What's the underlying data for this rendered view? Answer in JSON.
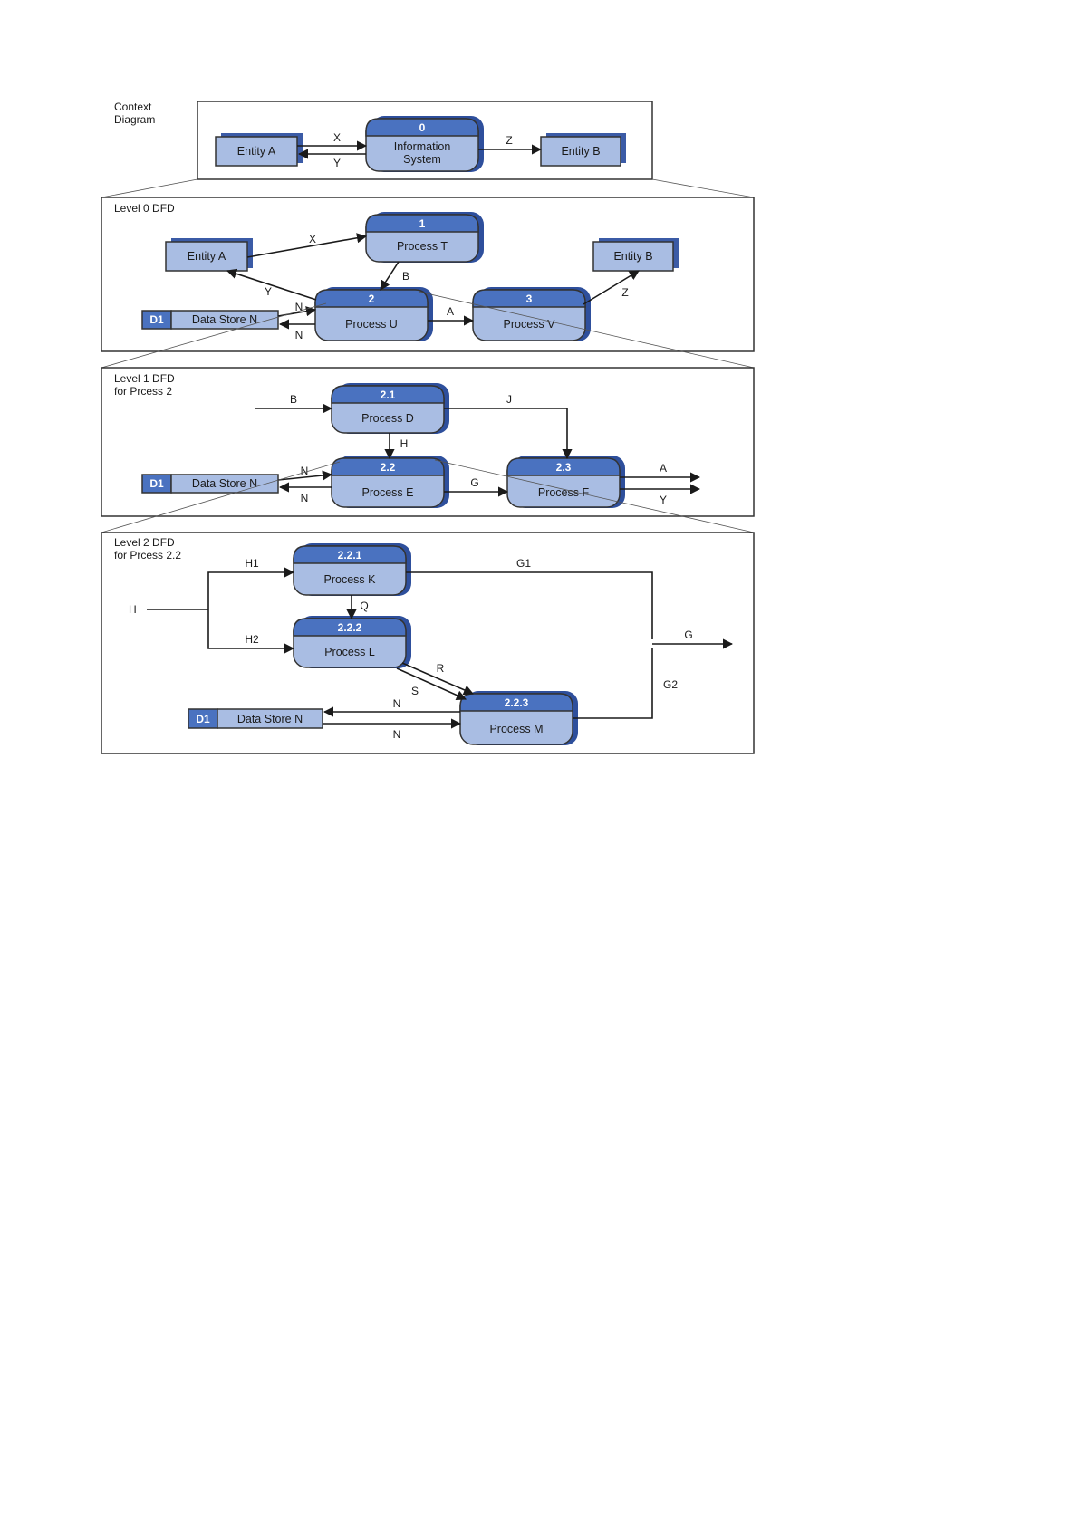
{
  "panels": {
    "context": {
      "title_line1": "Context",
      "title_line2": "Diagram",
      "entity_a": "Entity A",
      "entity_b": "Entity B",
      "proc0": {
        "id": "0",
        "line1": "Information",
        "line2": "System"
      },
      "flows": {
        "x": "X",
        "y": "Y",
        "z": "Z"
      }
    },
    "level0": {
      "title": "Level 0 DFD",
      "entity_a": "Entity A",
      "entity_b": "Entity B",
      "proc1": {
        "id": "1",
        "name": "Process T"
      },
      "proc2": {
        "id": "2",
        "name": "Process U"
      },
      "proc3": {
        "id": "3",
        "name": "Process V"
      },
      "store": {
        "id": "D1",
        "name": "Data Store N"
      },
      "flows": {
        "x": "X",
        "y": "Y",
        "b": "B",
        "a": "A",
        "z": "Z",
        "n1": "N",
        "n2": "N"
      }
    },
    "level1": {
      "title_line1": "Level 1 DFD",
      "title_line2": "for Prcess 2",
      "proc21": {
        "id": "2.1",
        "name": "Process D"
      },
      "proc22": {
        "id": "2.2",
        "name": "Process E"
      },
      "proc23": {
        "id": "2.3",
        "name": "Process F"
      },
      "store": {
        "id": "D1",
        "name": "Data Store N"
      },
      "flows": {
        "b": "B",
        "j": "J",
        "h": "H",
        "g": "G",
        "a": "A",
        "y": "Y",
        "n1": "N",
        "n2": "N"
      }
    },
    "level2": {
      "title_line1": "Level 2 DFD",
      "title_line2": "for Prcess 2.2",
      "proc221": {
        "id": "2.2.1",
        "name": "Process K"
      },
      "proc222": {
        "id": "2.2.2",
        "name": "Process L"
      },
      "proc223": {
        "id": "2.2.3",
        "name": "Process M"
      },
      "store": {
        "id": "D1",
        "name": "Data Store N"
      },
      "flows": {
        "h": "H",
        "h1": "H1",
        "h2": "H2",
        "q": "Q",
        "r": "R",
        "s": "S",
        "g1": "G1",
        "g2": "G2",
        "g": "G",
        "n1": "N",
        "n2": "N"
      }
    }
  },
  "colors": {
    "entity_fill": "#a9bde3",
    "process_header": "#4a72c0",
    "shadow": "#3b5ba6",
    "line": "#1a1a1a"
  }
}
